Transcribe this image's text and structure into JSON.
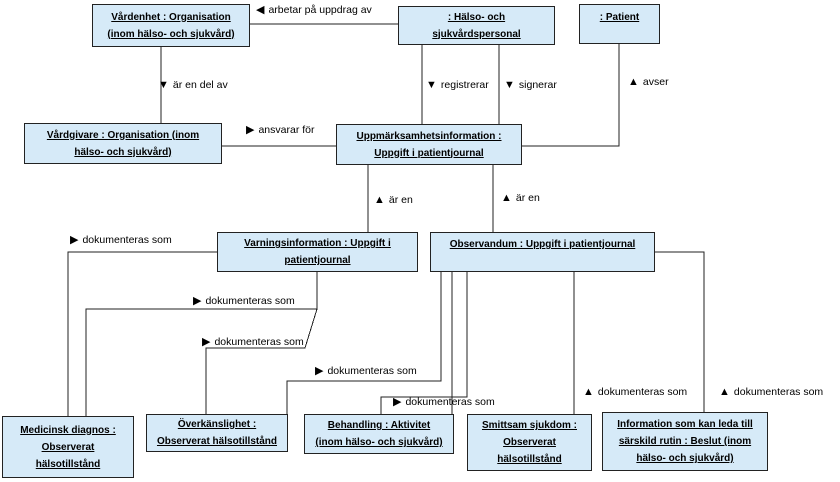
{
  "classes": {
    "vardenhet": "Vårdenhet : Organisation\n(inom hälso- och sjukvård)",
    "personal": ": Hälso- och\nsjukvårdspersonal",
    "patient": ": Patient",
    "vardgivare": "Vårdgivare : Organisation (inom\nhälso- och sjukvård)",
    "uppmarksamhet": "Uppmärksamhetsinformation :\nUppgift i patientjournal",
    "varning": "Varningsinformation : Uppgift i\npatientjournal",
    "observandum": "Observandum : Uppgift i patientjournal",
    "diagnos": "Medicinsk diagnos :\nObserverat\nhälsotillstånd",
    "overkanslighet": "Överkänslighet :\nObserverat hälsotillstånd",
    "behandling": "Behandling : Aktivitet\n(inom hälso- och sjukvård)",
    "smittsam": "Smittsam sjukdom :\nObserverat\nhälsotillstånd",
    "beslut": "Information som kan leda till\nsärskild rutin : Beslut (inom\nhälso- och sjukvård)"
  },
  "associations": {
    "arbetar": "arbetar på uppdrag av",
    "del_av": "är en del av",
    "registrerar": "registrerar",
    "signerar": "signerar",
    "avser": "avser",
    "ansvarar": "ansvarar för",
    "ar_en_1": "är en",
    "ar_en_2": "är en",
    "dok_diagnos": "dokumenteras som",
    "dok_varning_1": "dokumenteras som",
    "dok_varning_2": "dokumenteras som",
    "dok_obs_1": "dokumenteras som",
    "dok_obs_2": "dokumenteras som",
    "dok_smittsam": "dokumenteras som",
    "dok_beslut": "dokumenteras som"
  },
  "icons": {
    "left": "triangle-left-icon",
    "right": "triangle-right-icon",
    "up": "triangle-up-icon",
    "down": "triangle-down-icon"
  },
  "colors": {
    "box_fill": "#d6eaf8",
    "line": "#222222"
  }
}
